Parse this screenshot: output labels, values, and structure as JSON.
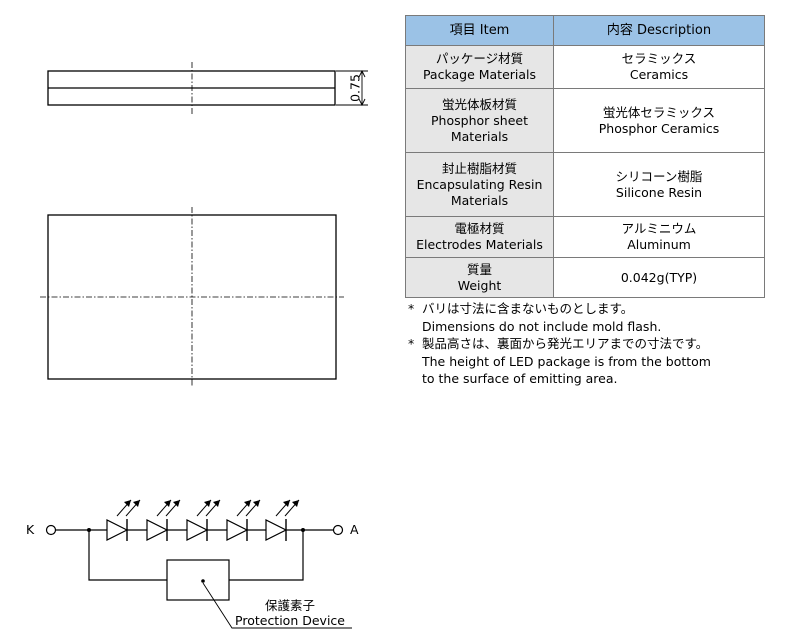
{
  "dimension_label": "0.75",
  "table": {
    "header_item": "項目 Item",
    "header_desc": "内容 Description",
    "rows": [
      {
        "item": "パッケージ材質\nPackage Materials",
        "desc": "セラミックス\nCeramics"
      },
      {
        "item": "蛍光体板材質\nPhosphor sheet\nMaterials",
        "desc": "蛍光体セラミックス\nPhosphor Ceramics"
      },
      {
        "item": "封止樹脂材質\nEncapsulating Resin\nMaterials",
        "desc": "シリコーン樹脂\nSilicone Resin"
      },
      {
        "item": "電極材質\nElectrodes Materials",
        "desc": "アルミニウム\nAluminum"
      },
      {
        "item": "質量\nWeight",
        "desc": "0.042g(TYP)"
      }
    ]
  },
  "notes": [
    {
      "marker": "*",
      "lines": "バリは寸法に含まないものとします。\nDimensions do not include mold flash."
    },
    {
      "marker": "*",
      "lines": "製品高さは、裏面から発光エリアまでの寸法です。\nThe height of LED package is from the bottom\nto the surface of emitting area."
    }
  ],
  "circuit": {
    "cathode_label": "K",
    "anode_label": "A",
    "protection_label_jp": "保護素子",
    "protection_label_en": "Protection Device"
  }
}
